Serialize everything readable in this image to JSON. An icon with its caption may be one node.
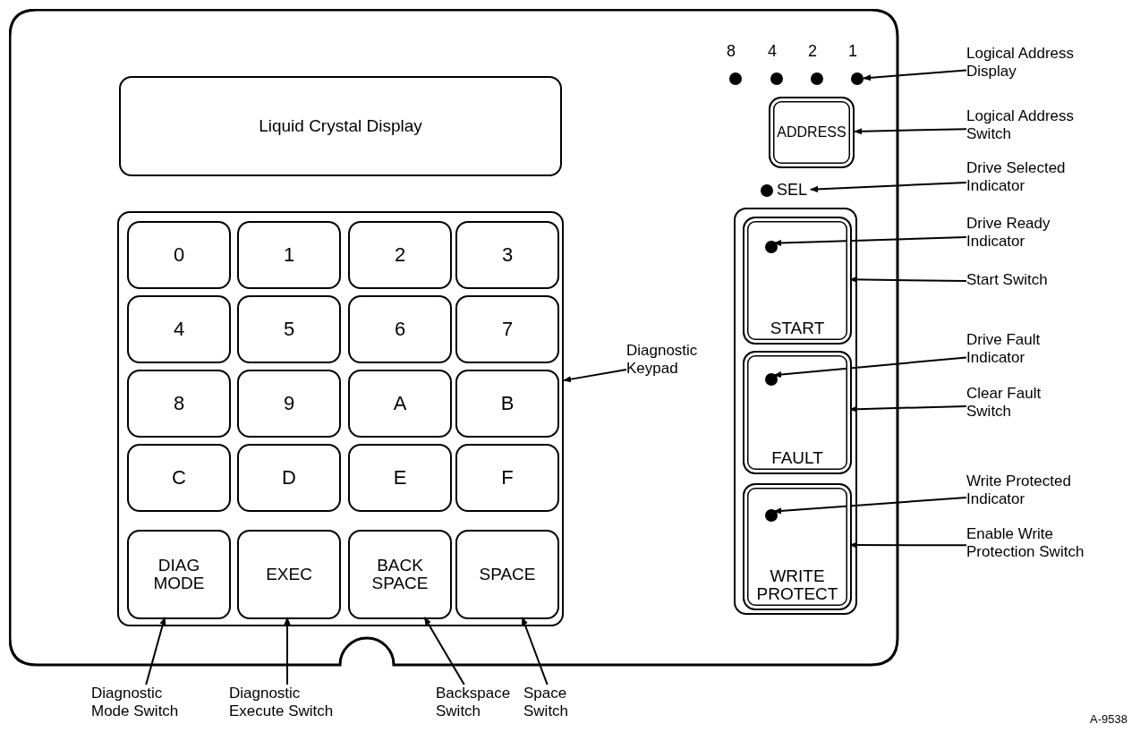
{
  "diagram": {
    "nodes": [
      {
        "text": [],
        "shape": "box"
      },
      {
        "text": [
          "Liquid Crystal Display"
        ],
        "in": 0
      },
      {
        "text": [],
        "shape": "box",
        "in": 0
      },
      {
        "text": [
          "0"
        ],
        "in": 2
      },
      {
        "text": [
          "1"
        ],
        "in": 2
      },
      {
        "text": [
          "2"
        ],
        "in": 2
      },
      {
        "text": [
          "3"
        ],
        "in": 2
      },
      {
        "text": [
          "4"
        ],
        "in": 2
      },
      {
        "text": [
          "5"
        ],
        "in": 2
      },
      {
        "text": [
          "6"
        ],
        "in": 2
      },
      {
        "text": [
          "7"
        ],
        "in": 2
      },
      {
        "text": [
          "8"
        ],
        "in": 2
      },
      {
        "text": [
          "9"
        ],
        "in": 2
      },
      {
        "text": [
          "A"
        ],
        "in": 2
      },
      {
        "text": [
          "B"
        ],
        "in": 2
      },
      {
        "text": [
          "C"
        ],
        "in": 2
      },
      {
        "text": [
          "D"
        ],
        "in": 2
      },
      {
        "text": [
          "E"
        ],
        "in": 2
      },
      {
        "text": [
          "F"
        ],
        "in": 2
      },
      {
        "text": [
          "DIAG MODE"
        ],
        "in": 2
      },
      {
        "text": [
          "EXEC"
        ],
        "in": 2
      },
      {
        "text": [
          "BACK SPACE"
        ],
        "in": 2
      },
      {
        "text": [
          "SPACE"
        ],
        "in": 2
      },
      {
        "text": [],
        "shape": "circle",
        "beside": [
          "8"
        ],
        "in": 0
      },
      {
        "text": [],
        "shape": "circle",
        "beside": [
          "4"
        ],
        "in": 0
      },
      {
        "text": [],
        "shape": "circle",
        "beside": [
          "2"
        ],
        "in": 0
      },
      {
        "text": [],
        "shape": "circle",
        "beside": [
          "1"
        ],
        "in": 0
      },
      {
        "text": [
          "ADDRESS"
        ],
        "in": 0
      },
      {
        "text": [],
        "shape": "circle",
        "beside": [
          "SEL"
        ],
        "in": 0
      },
      {
        "text": [],
        "shape": "box",
        "in": 0
      },
      {
        "text": [
          "START"
        ],
        "in": 29
      },
      {
        "text": [],
        "shape": "circle",
        "in": 30
      },
      {
        "text": [
          "FAULT"
        ],
        "in": 29
      },
      {
        "text": [],
        "shape": "circle",
        "in": 32
      },
      {
        "text": [
          "WRITE PROTECT"
        ],
        "in": 29
      },
      {
        "text": [],
        "shape": "circle",
        "in": 34
      },
      {
        "text": [
          "Logical Address Display"
        ]
      },
      {
        "text": [
          "Logical Address Switch"
        ]
      },
      {
        "text": [
          "Drive Selected Indicator"
        ]
      },
      {
        "text": [
          "Drive Ready Indicator"
        ]
      },
      {
        "text": [
          "Start Switch"
        ]
      },
      {
        "text": [
          "Drive Fault Indicator"
        ]
      },
      {
        "text": [
          "Clear Fault Switch"
        ]
      },
      {
        "text": [
          "Write Protected Indicator"
        ]
      },
      {
        "text": [
          "Enable Write Protection Switch"
        ]
      },
      {
        "text": [
          "Diagnostic Keypad"
        ],
        "in": 0
      },
      {
        "text": [
          "Diagnostic Mode Switch"
        ]
      },
      {
        "text": [
          "Diagnostic Execute Switch"
        ]
      },
      {
        "text": [
          "Backspace Switch"
        ]
      },
      {
        "text": [
          "Space Switch"
        ]
      }
    ],
    "edges": [
      {
        "from": 36,
        "to": 26,
        "arrow": "to"
      },
      {
        "from": 37,
        "to": 27,
        "arrow": "to"
      },
      {
        "from": 38,
        "to": 28,
        "arrow": "to"
      },
      {
        "from": 39,
        "to": 31,
        "arrow": "to"
      },
      {
        "from": 40,
        "to": 30,
        "arrow": "to"
      },
      {
        "from": 41,
        "to": 33,
        "arrow": "to"
      },
      {
        "from": 42,
        "to": 32,
        "arrow": "to"
      },
      {
        "from": 43,
        "to": 35,
        "arrow": "to"
      },
      {
        "from": 44,
        "to": 34,
        "arrow": "to"
      },
      {
        "from": 45,
        "to": 2,
        "arrow": "to"
      },
      {
        "from": 46,
        "to": 19,
        "arrow": "to"
      },
      {
        "from": 47,
        "to": 20,
        "arrow": "to"
      },
      {
        "from": 48,
        "to": 21,
        "arrow": "to"
      },
      {
        "from": 49,
        "to": 22,
        "arrow": "to"
      }
    ],
    "labels": [
      "A-9538"
    ]
  }
}
